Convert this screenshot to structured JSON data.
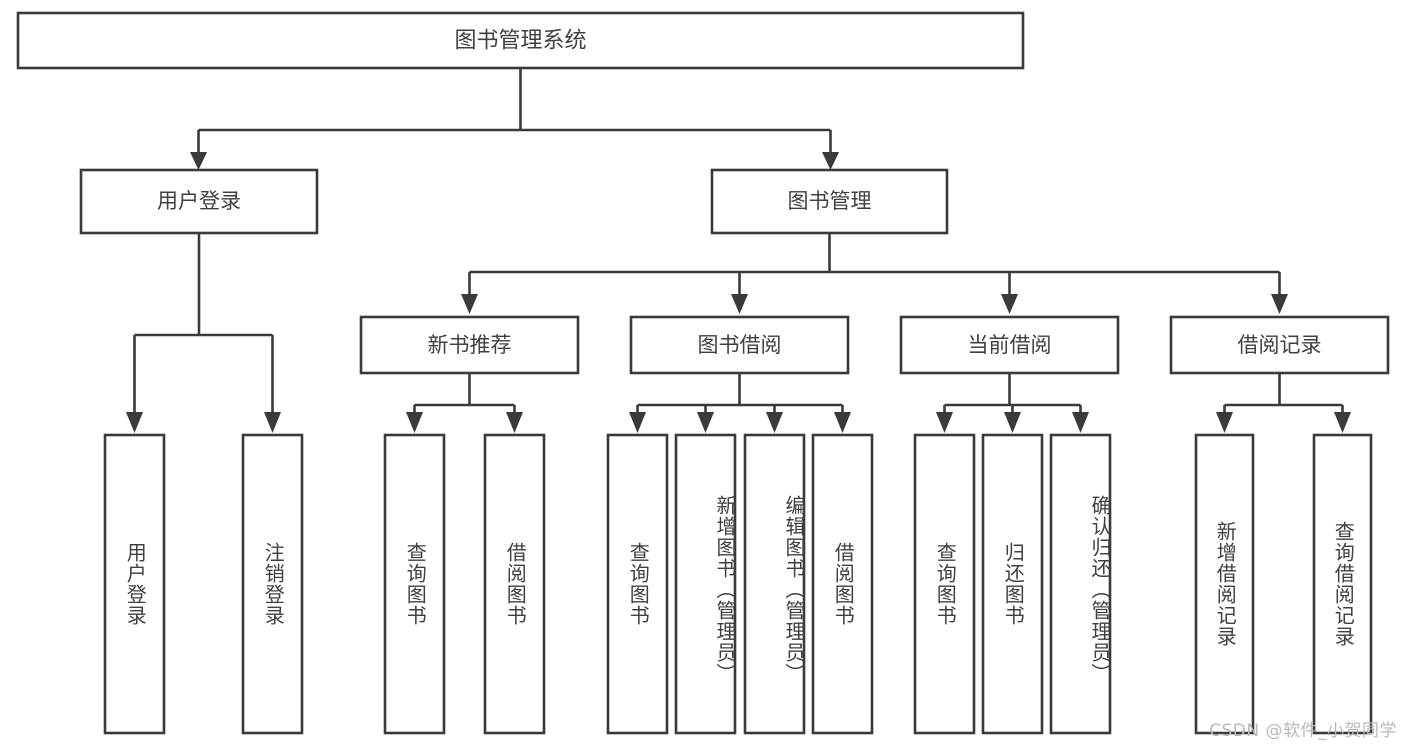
{
  "diagram": {
    "type": "tree-hierarchy",
    "title": "图书管理系统",
    "orientation": "top-down",
    "root": {
      "id": "root",
      "label": "图书管理系统",
      "text_direction": "horizontal"
    },
    "level2": [
      {
        "id": "user-login",
        "label": "用户登录",
        "text_direction": "horizontal"
      },
      {
        "id": "book-manage",
        "label": "图书管理",
        "text_direction": "horizontal"
      }
    ],
    "level3": [
      {
        "id": "new-book-recommend",
        "label": "新书推荐",
        "parent": "book-manage",
        "text_direction": "horizontal"
      },
      {
        "id": "book-borrow",
        "label": "图书借阅",
        "parent": "book-manage",
        "text_direction": "horizontal"
      },
      {
        "id": "current-borrow",
        "label": "当前借阅",
        "parent": "book-manage",
        "text_direction": "horizontal"
      },
      {
        "id": "borrow-record",
        "label": "借阅记录",
        "parent": "book-manage",
        "text_direction": "horizontal"
      }
    ],
    "leaves": [
      {
        "id": "leaf-user-login",
        "label": "用户登录",
        "parent": "user-login"
      },
      {
        "id": "leaf-logout-login",
        "label": "注销登录",
        "parent": "user-login"
      },
      {
        "id": "leaf-query-book-1",
        "label": "查询图书",
        "parent": "new-book-recommend"
      },
      {
        "id": "leaf-borrow-book-1",
        "label": "借阅图书",
        "parent": "new-book-recommend"
      },
      {
        "id": "leaf-query-book-2",
        "label": "查询图书",
        "parent": "book-borrow"
      },
      {
        "id": "leaf-add-book",
        "label": "新增图书（管理员）",
        "parent": "book-borrow"
      },
      {
        "id": "leaf-edit-book",
        "label": "编辑图书（管理员）",
        "parent": "book-borrow"
      },
      {
        "id": "leaf-borrow-book-2",
        "label": "借阅图书",
        "parent": "book-borrow"
      },
      {
        "id": "leaf-query-book-3",
        "label": "查询图书",
        "parent": "current-borrow"
      },
      {
        "id": "leaf-return-book",
        "label": "归还图书",
        "parent": "current-borrow"
      },
      {
        "id": "leaf-confirm-return",
        "label": "确认归还（管理员）",
        "parent": "current-borrow"
      },
      {
        "id": "leaf-add-record",
        "label": "新增借阅记录",
        "parent": "borrow-record"
      },
      {
        "id": "leaf-query-record",
        "label": "查询借阅记录",
        "parent": "borrow-record"
      }
    ],
    "colors": {
      "stroke": "#3a3a3a",
      "fill": "#ffffff",
      "text": "#404040",
      "background": "#ffffff",
      "watermark": "#b9b9b9"
    }
  },
  "watermark": {
    "text": "CSDN @软件_小贺同学"
  }
}
